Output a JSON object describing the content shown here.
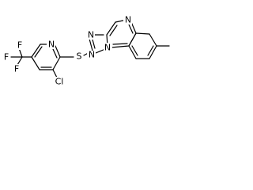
{
  "molecule": {
    "atoms": {
      "F_top": "F",
      "F_left": "F",
      "F_bottom": "F",
      "C_cf3": "C",
      "N_pyridine": "N",
      "Cl": "Cl",
      "S": "S",
      "N_triazole_top": "N",
      "N_triazole_bottom": "N",
      "N_pyrimidine": "N",
      "N_bridge": "N"
    }
  }
}
